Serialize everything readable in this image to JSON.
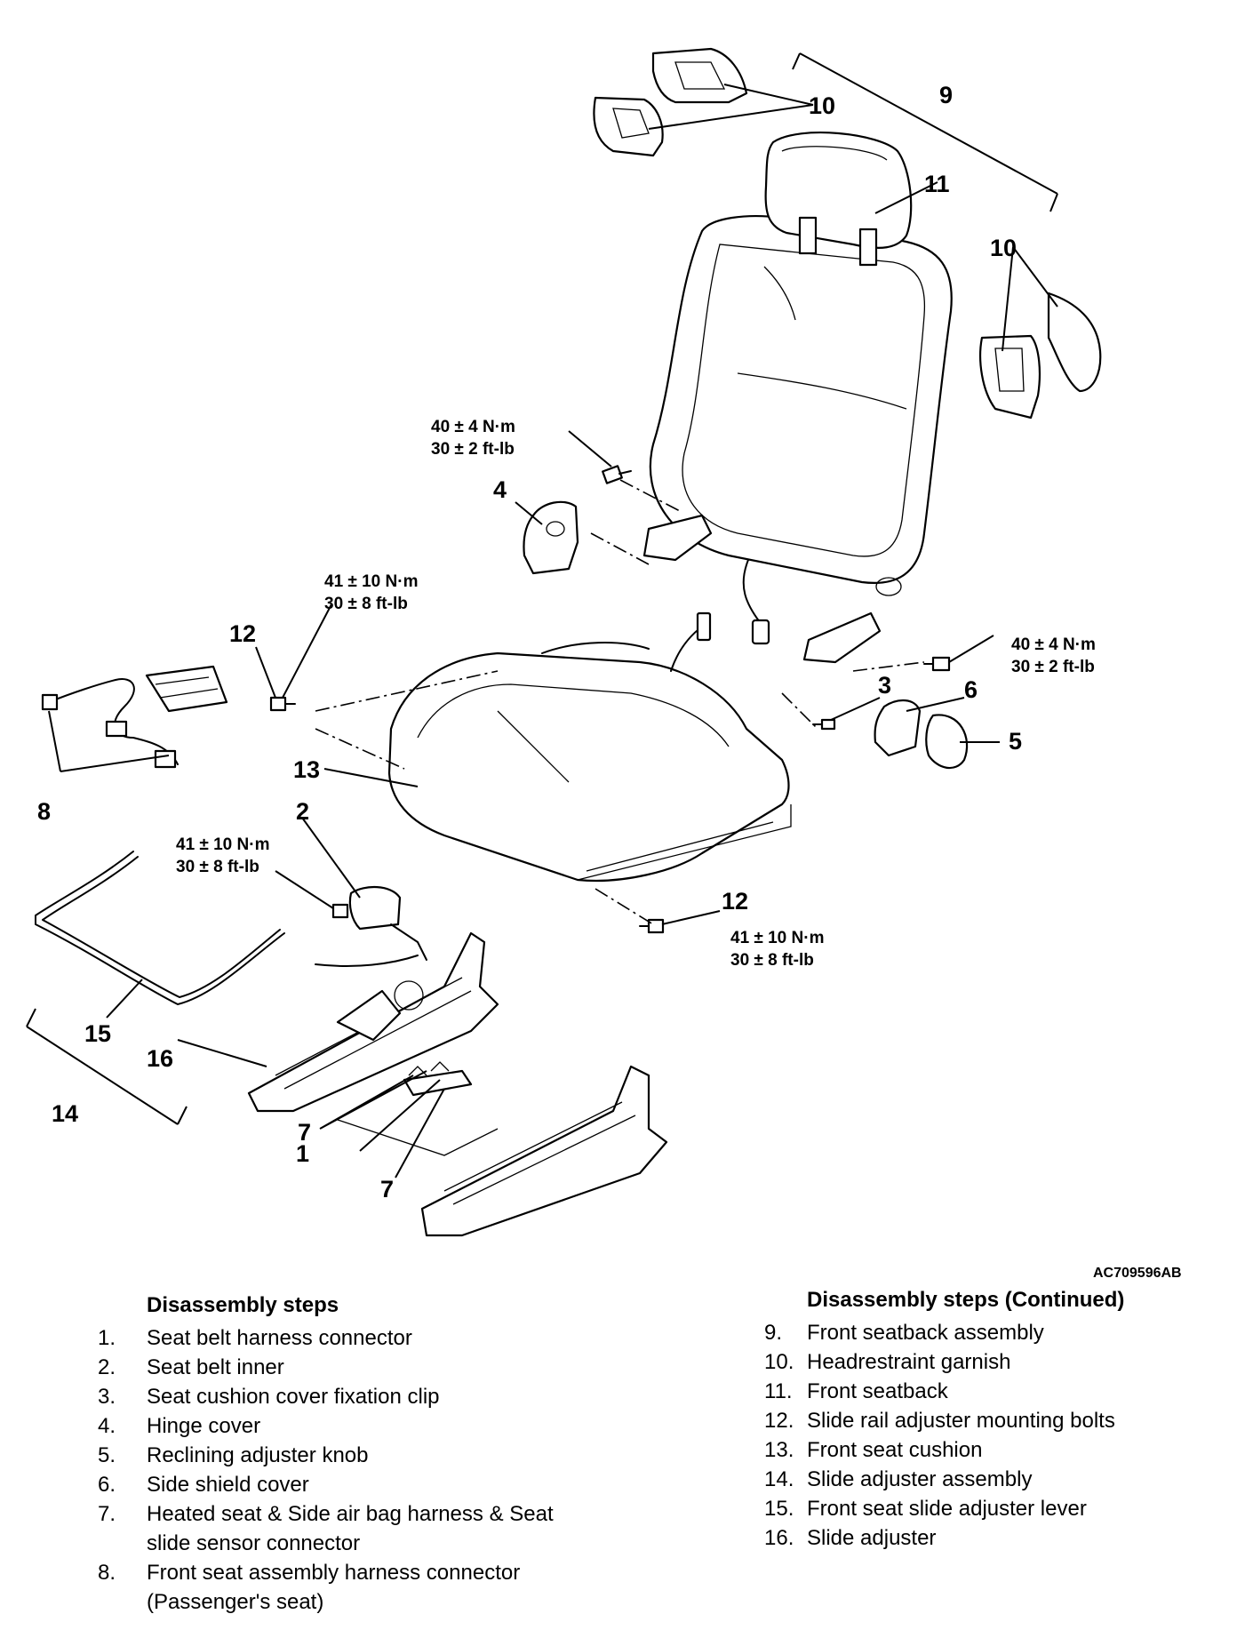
{
  "callouts": {
    "c1": "1",
    "c2": "2",
    "c3": "3",
    "c4": "4",
    "c5": "5",
    "c6": "6",
    "c7a": "7",
    "c7b": "7",
    "c8": "8",
    "c9": "9",
    "c10a": "10",
    "c10b": "10",
    "c11": "11",
    "c12a": "12",
    "c12b": "12",
    "c13": "13",
    "c14": "14",
    "c15": "15",
    "c16": "16"
  },
  "torques": {
    "t_hinge": [
      "40 ± 4 N·m",
      "30 ± 2 ft-lb"
    ],
    "t_recliner": [
      "40 ± 4 N·m",
      "30 ± 2 ft-lb"
    ],
    "t_rail_top": [
      "41 ± 10 N·m",
      "30 ± 8 ft-lb"
    ],
    "t_belt": [
      "41 ± 10 N·m",
      "30 ± 8 ft-lb"
    ],
    "t_rail_bottom": [
      "41 ± 10 N·m",
      "30 ± 8 ft-lb"
    ]
  },
  "figure_id": "AC709596AB",
  "steps_left": {
    "heading": "Disassembly steps",
    "items": [
      {
        "num": "1.",
        "text": "Seat belt harness connector"
      },
      {
        "num": "2.",
        "text": "Seat belt inner"
      },
      {
        "num": "3.",
        "text": "Seat cushion cover fixation clip"
      },
      {
        "num": "4.",
        "text": "Hinge cover"
      },
      {
        "num": "5.",
        "text": "Reclining adjuster knob"
      },
      {
        "num": "6.",
        "text": "Side shield cover"
      },
      {
        "num": "7.",
        "text": "Heated seat & Side air bag harness & Seat slide sensor connector"
      },
      {
        "num": "8.",
        "text": "Front seat assembly harness connector (Passenger's seat)"
      }
    ]
  },
  "steps_right": {
    "heading": "Disassembly steps (Continued)",
    "items": [
      {
        "num": "9.",
        "text": "Front seatback assembly"
      },
      {
        "num": "10.",
        "text": "Headrestraint garnish"
      },
      {
        "num": "11.",
        "text": "Front seatback"
      },
      {
        "num": "12.",
        "text": "Slide rail adjuster mounting bolts"
      },
      {
        "num": "13.",
        "text": "Front seat cushion"
      },
      {
        "num": "14.",
        "text": "Slide adjuster assembly"
      },
      {
        "num": "15.",
        "text": "Front seat slide adjuster lever"
      },
      {
        "num": "16.",
        "text": "Slide adjuster"
      }
    ]
  }
}
